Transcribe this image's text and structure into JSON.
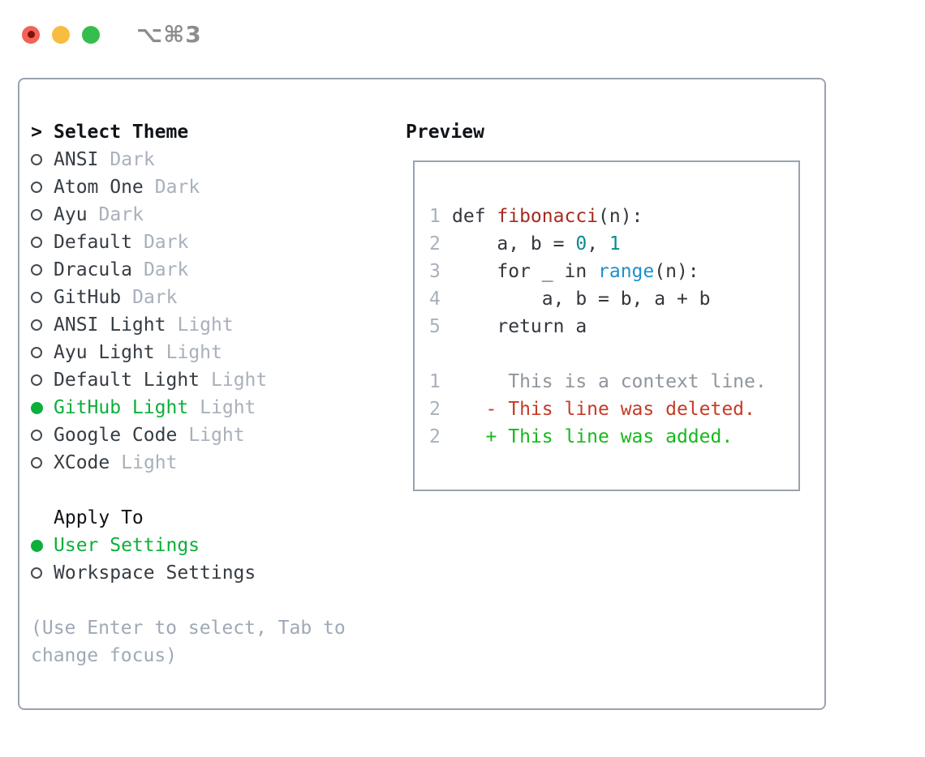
{
  "window": {
    "shortcut": "⌥⌘3",
    "traffic_lights": [
      "close",
      "minimize",
      "zoom"
    ]
  },
  "theme_picker": {
    "cursor": ">",
    "title": "Select Theme",
    "items": [
      {
        "name": "ANSI",
        "variant": "Dark",
        "selected": false
      },
      {
        "name": "Atom One",
        "variant": "Dark",
        "selected": false
      },
      {
        "name": "Ayu",
        "variant": "Dark",
        "selected": false
      },
      {
        "name": "Default",
        "variant": "Dark",
        "selected": false
      },
      {
        "name": "Dracula",
        "variant": "Dark",
        "selected": false
      },
      {
        "name": "GitHub",
        "variant": "Dark",
        "selected": false
      },
      {
        "name": "ANSI Light",
        "variant": "Light",
        "selected": false
      },
      {
        "name": "Ayu Light",
        "variant": "Light",
        "selected": false
      },
      {
        "name": "Default Light",
        "variant": "Light",
        "selected": false
      },
      {
        "name": "GitHub Light",
        "variant": "Light",
        "selected": true
      },
      {
        "name": "Google Code",
        "variant": "Light",
        "selected": false
      },
      {
        "name": "XCode",
        "variant": "Light",
        "selected": false
      }
    ]
  },
  "apply_to": {
    "title": "Apply To",
    "options": [
      {
        "label": "User Settings",
        "selected": true
      },
      {
        "label": "Workspace Settings",
        "selected": false
      }
    ]
  },
  "hint": "(Use Enter to select, Tab to change focus)",
  "preview": {
    "title": "Preview",
    "lines": [
      {
        "num": "1",
        "tokens": [
          {
            "t": "def ",
            "c": "code"
          },
          {
            "t": "fibonacci",
            "c": "func"
          },
          {
            "t": "(n):",
            "c": "code"
          }
        ]
      },
      {
        "num": "2",
        "tokens": [
          {
            "t": "    a, b = ",
            "c": "code"
          },
          {
            "t": "0",
            "c": "num"
          },
          {
            "t": ", ",
            "c": "code"
          },
          {
            "t": "1",
            "c": "num"
          }
        ]
      },
      {
        "num": "3",
        "tokens": [
          {
            "t": "    for _ in ",
            "c": "code"
          },
          {
            "t": "range",
            "c": "builtin"
          },
          {
            "t": "(n):",
            "c": "code"
          }
        ]
      },
      {
        "num": "4",
        "tokens": [
          {
            "t": "        a, b = b, a + b",
            "c": "code"
          }
        ]
      },
      {
        "num": "5",
        "tokens": [
          {
            "t": "    return a",
            "c": "code"
          }
        ]
      },
      {
        "num": "",
        "tokens": []
      },
      {
        "num": "1",
        "tokens": [
          {
            "t": "     This is a context line.",
            "c": "context"
          }
        ]
      },
      {
        "num": "2",
        "tokens": [
          {
            "t": "   - This line was deleted.",
            "c": "deleted"
          }
        ]
      },
      {
        "num": "2",
        "tokens": [
          {
            "t": "   + This line was added.",
            "c": "added"
          }
        ]
      }
    ]
  },
  "colors": {
    "border": "#9aa3ae",
    "heading": "#101317",
    "item_text": "#363c43",
    "muted": "#a8b0bb",
    "bullet": "#454b53",
    "ui_green": "#0caf3a",
    "hint": "#9fa9b6",
    "shortcut": "#8d8d90",
    "lnum": "#a8b0bb",
    "code": "#33373d",
    "func": "#a62b1f",
    "num": "#0b8b8d",
    "builtin": "#1e8fce",
    "context": "#8e959d",
    "deleted": "#c53b27",
    "added": "#17b81c",
    "traffic_red": "#f3615a",
    "traffic_red_dot": "#7a1507",
    "traffic_yellow": "#f8bc40",
    "traffic_green": "#37bd4c"
  }
}
